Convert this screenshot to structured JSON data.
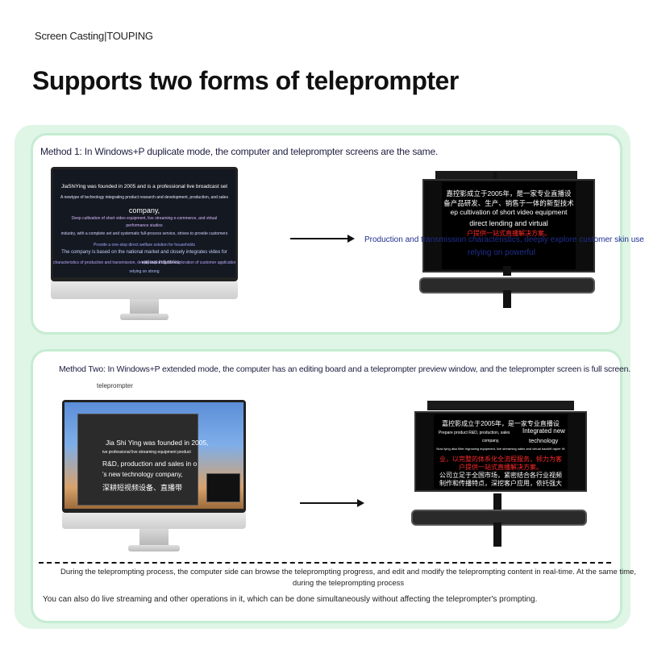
{
  "brand": "Screen Casting|TOUPING",
  "headline": "Supports two forms of teleprompter",
  "method1": {
    "caption": "Method 1: In Windows+P duplicate mode, the computer and teleprompter screens are the same.",
    "monitor_lines": [
      "JiaShiYing was founded in 2005 and is a professional live broadcast set",
      "A newtype of technology integrating product research and development, production, and sales",
      "company,",
      "Deep cultivation of short video equipment, live streaming e-commerce, and virtual",
      "performance studios",
      "industry, with a complete set and systematic full-process service, strives to provide customers",
      "Provide a one-stop direct welfare solution for households",
      "The company is based on the national market and closely integrates video for",
      "characteristics of production and transmission, deeply exploring the exploration of customer applications",
      "various industries",
      "relying on strong"
    ],
    "prompter_lines": [
      "嘉控影成立于2005年，是一家专业直播设",
      "备产品研发、生产、销售于一体的新型技术",
      "ep cultivation of short video equipment",
      "direct lending and virtual",
      "户提供一站式直播解决方案。"
    ],
    "overlay_line1": "Production and transmission characteristics, deeply explore customer skin use,",
    "overlay_line2": "relying on powerful"
  },
  "method2": {
    "caption": "Method Two: In Windows+P extended mode, the computer has an editing board and a teleprompter preview window, and the teleprompter screen is full screen.",
    "label": "teleprompter",
    "desktop_lines": [
      "Jia Shi Ying was founded in 2005,",
      "ive professional live streaming equipment product",
      "R&D, production and sales in o",
      "'s new technology company,",
      "深耕短视频设备、直播带"
    ],
    "prompter_lines": [
      "嘉控影成立于2005年，是一家专业直播设",
      "Integrated new",
      "technology",
      "Prepare product R&D, production, sales",
      "company,",
      "Now lying also filter ingrowing equipment, live streaming sales and virtual backlift rapier W",
      "业，以完整的体系化全流程服务，倾力为客",
      "户提供一站式直播解决方案。",
      "公司立足于全国市场，紧密结合各行业视频",
      "制作和传播特点，深挖客户应用，依托强大"
    ]
  },
  "notes": {
    "line1": "During the teleprompting process, the computer side can browse the teleprompting progress, and edit and modify the teleprompting content in real-time. At the same time, during the teleprompting process",
    "line2": "You can also do live streaming and other operations in it, which can be done simultaneously without affecting the teleprompter's prompting."
  }
}
